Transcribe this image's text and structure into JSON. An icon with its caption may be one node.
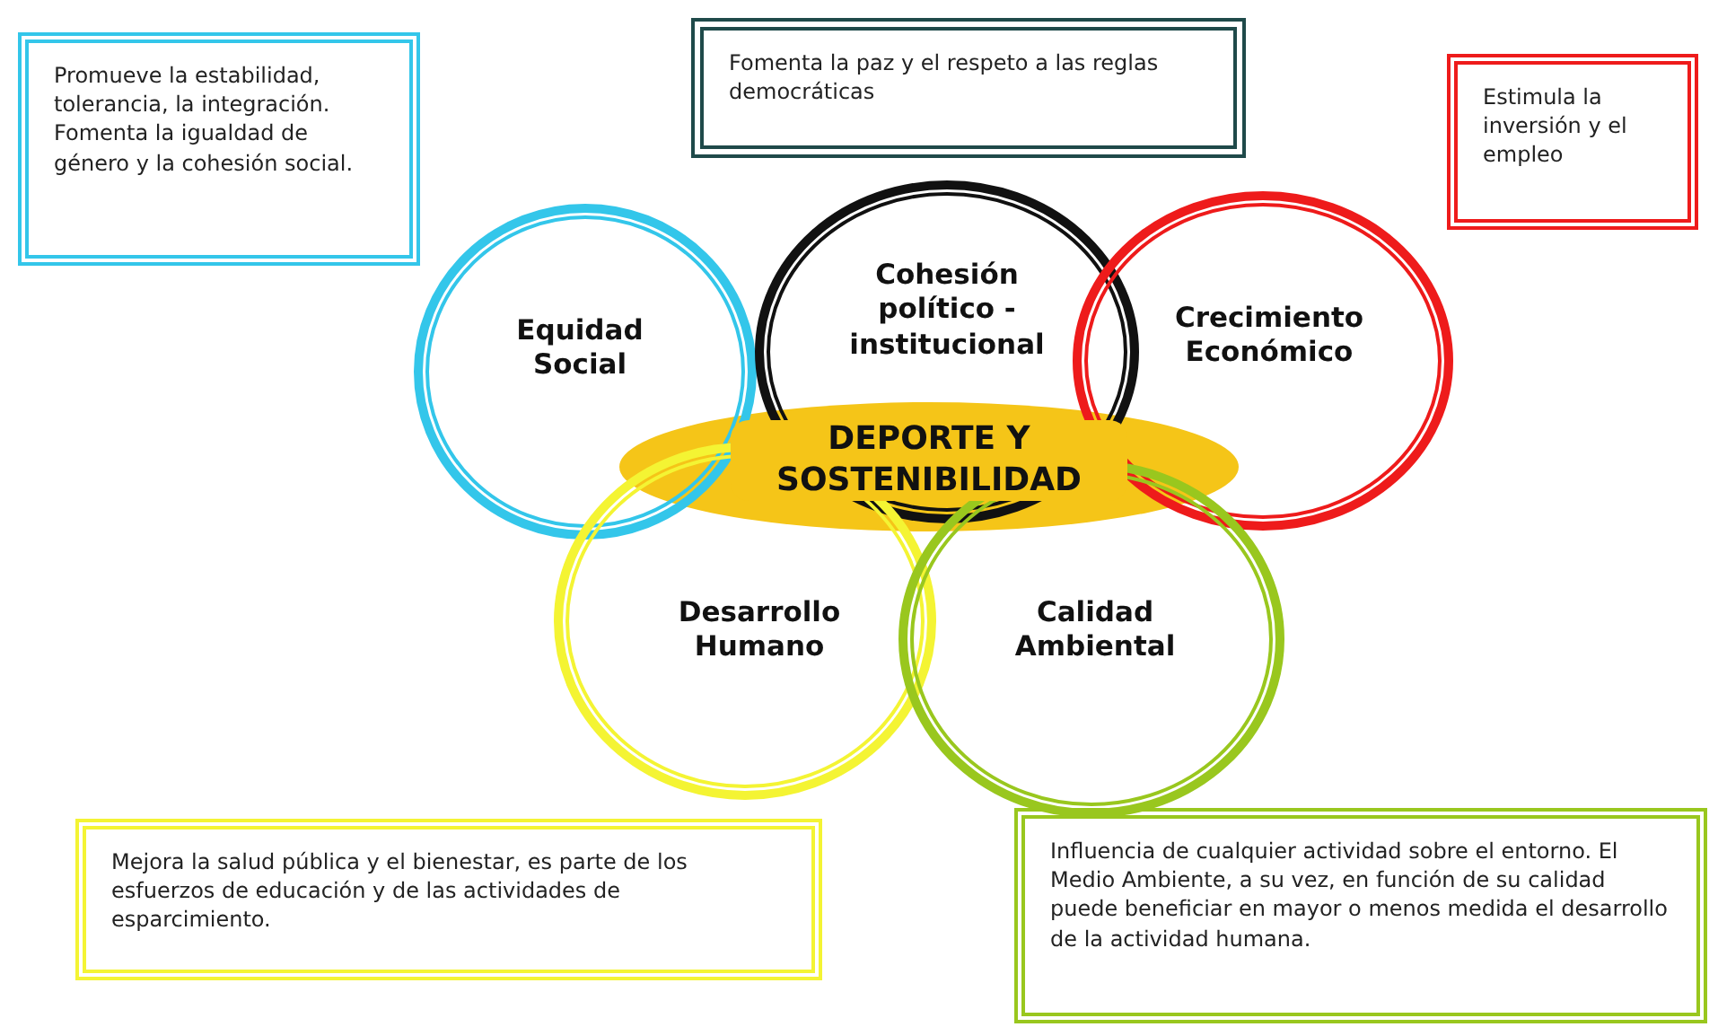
{
  "diagram": {
    "nodes": [
      {
        "text": [
          "Promueve la estabilidad, tolerancia, la integración. Fomenta la igualdad de género y la cohesión social."
        ]
      },
      {
        "text": [
          "Fomenta la paz y el respeto a las reglas democráticas"
        ]
      },
      {
        "text": [
          "Estimula la inversión y el empleo"
        ]
      },
      {
        "text": [
          "Equidad Social"
        ]
      },
      {
        "text": [
          "Cohesión político - institucional"
        ]
      },
      {
        "text": [
          "Crecimiento Económico"
        ]
      },
      {
        "text": [
          "DEPORTE Y SOSTENIBILIDAD"
        ]
      },
      {
        "text": [
          "Desarrollo Humano"
        ]
      },
      {
        "text": [
          "Calidad Ambiental"
        ]
      },
      {
        "text": [
          "Mejora la salud pública y el bienestar, es parte de los esfuerzos de educación y de las actividades de esparcimiento."
        ]
      },
      {
        "text": [
          "Influencia de cualquier actividad sobre el entorno. El Medio Ambiente, a su vez, en función de su calidad puede beneficiar en mayor o menos medida el desarrollo de la actividad humana."
        ]
      }
    ]
  }
}
